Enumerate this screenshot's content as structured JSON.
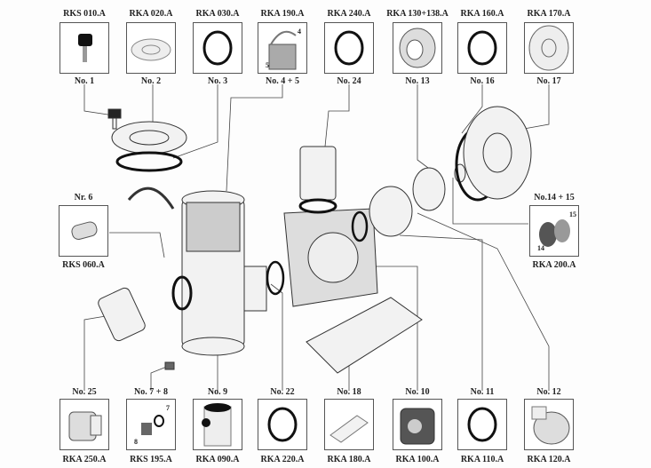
{
  "top_parts": [
    {
      "code": "RKS 010.A",
      "no": "No. 1",
      "icon": "knob-icon"
    },
    {
      "code": "RKA 020.A",
      "no": "No. 2",
      "icon": "lid-icon"
    },
    {
      "code": "RKA 030.A",
      "no": "No. 3",
      "icon": "o-ring-icon"
    },
    {
      "code": "RKA 190.A",
      "no": "No. 4 + 5",
      "icon": "strainer-basket-icon",
      "sub": [
        "4",
        "5"
      ]
    },
    {
      "code": "RKA 240.A",
      "no": "No. 24",
      "icon": "o-ring-icon"
    },
    {
      "code": "RKA 130+138.A",
      "no": "No. 13",
      "icon": "impeller-icon"
    },
    {
      "code": "RKA 160.A",
      "no": "No. 16",
      "icon": "o-ring-icon"
    },
    {
      "code": "RKA 170.A",
      "no": "No. 17",
      "icon": "flange-icon"
    }
  ],
  "bottom_parts": [
    {
      "code": "RKA 250.A",
      "no": "No. 25",
      "icon": "union-icon"
    },
    {
      "code": "RKS 195.A",
      "no": "No. 7 + 8",
      "icon": "drain-plug-icon",
      "sub": [
        "7",
        "8"
      ]
    },
    {
      "code": "RKA 090.A",
      "no": "No. 9",
      "icon": "strainer-housing-icon"
    },
    {
      "code": "RKA 220.A",
      "no": "No. 22",
      "icon": "o-ring-icon"
    },
    {
      "code": "RKA 180.A",
      "no": "No. 18",
      "icon": "base-icon"
    },
    {
      "code": "RKA 100.A",
      "no": "No. 10",
      "icon": "pump-housing-icon"
    },
    {
      "code": "RKA 110.A",
      "no": "No. 11",
      "icon": "o-ring-icon"
    },
    {
      "code": "RKA 120.A",
      "no": "No. 12",
      "icon": "diffuser-icon"
    }
  ],
  "left_part": {
    "code": "RKS 060.A",
    "no": "Nr. 6",
    "icon": "valve-icon"
  },
  "right_part": {
    "code": "RKA 200.A",
    "no": "No.14 + 15",
    "icon": "seal-icon",
    "sub": [
      "15",
      "14"
    ]
  }
}
